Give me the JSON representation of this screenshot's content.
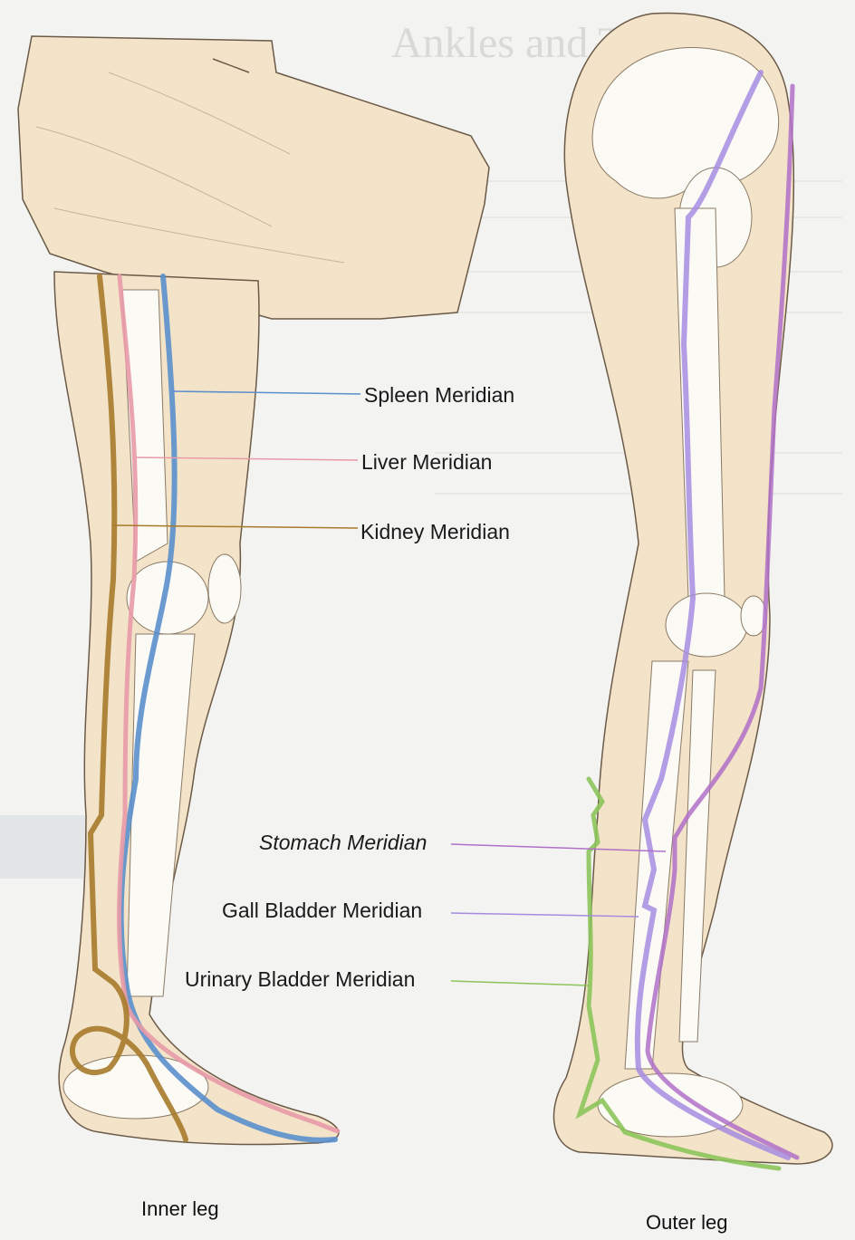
{
  "background_text": "Ankles and Toes",
  "legs": [
    {
      "id": "inner",
      "caption": "Inner leg"
    },
    {
      "id": "outer",
      "caption": "Outer leg"
    }
  ],
  "meridians": [
    {
      "id": "spleen",
      "label": "Spleen Meridian",
      "color": "#5a8fcc",
      "leg": "inner"
    },
    {
      "id": "liver",
      "label": "Liver Meridian",
      "color": "#e89aa8",
      "leg": "inner"
    },
    {
      "id": "kidney",
      "label": "Kidney Meridian",
      "color": "#a67a2a",
      "leg": "inner"
    },
    {
      "id": "stomach",
      "label": "Stomach Meridian",
      "color": "#b070c8",
      "leg": "outer"
    },
    {
      "id": "gall_bladder",
      "label": "Gall Bladder Meridian",
      "color": "#a68ce0",
      "leg": "outer"
    },
    {
      "id": "urinary_bladder",
      "label": "Urinary Bladder Meridian",
      "color": "#8cc45a",
      "leg": "outer"
    }
  ],
  "colors": {
    "skin": "#f3e3c8",
    "skin_outline": "#6b5a48",
    "bone": "#fbfaf5",
    "background": "#f3f3f1"
  }
}
